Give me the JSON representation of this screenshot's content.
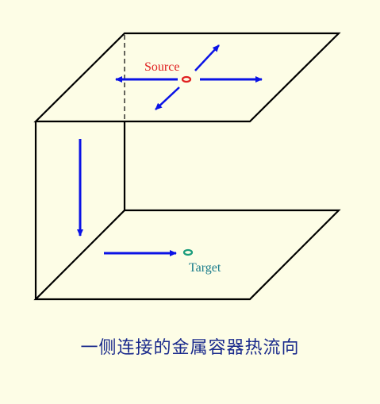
{
  "labels": {
    "source": "Source",
    "target": "Target"
  },
  "caption": "一侧连接的金属容器热流向",
  "colors": {
    "background": "#fdfde6",
    "edge": "#000000",
    "arrow": "#0a12e6",
    "source": "#e02020",
    "target": "#1a9c7c",
    "target_label": "#1a7c8c",
    "caption": "#1a2a8c"
  }
}
